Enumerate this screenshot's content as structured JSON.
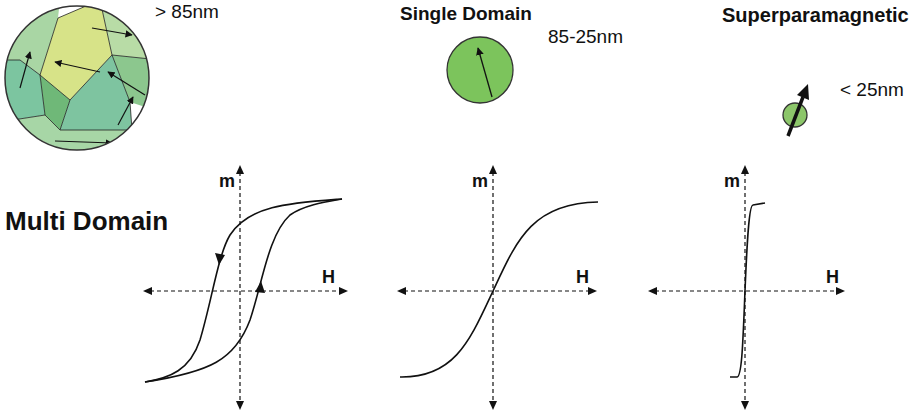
{
  "diagram": {
    "nodes": [
      {
        "text": [
          "> 85nm",
          "Multi Domain"
        ]
      },
      {
        "text": [
          "Single Domain",
          "85-25nm"
        ]
      },
      {
        "text": [
          "Superparamagnetic",
          "< 25nm"
        ]
      }
    ],
    "labels": [
      "m",
      "H",
      "m",
      "H",
      "m",
      "H"
    ]
  }
}
